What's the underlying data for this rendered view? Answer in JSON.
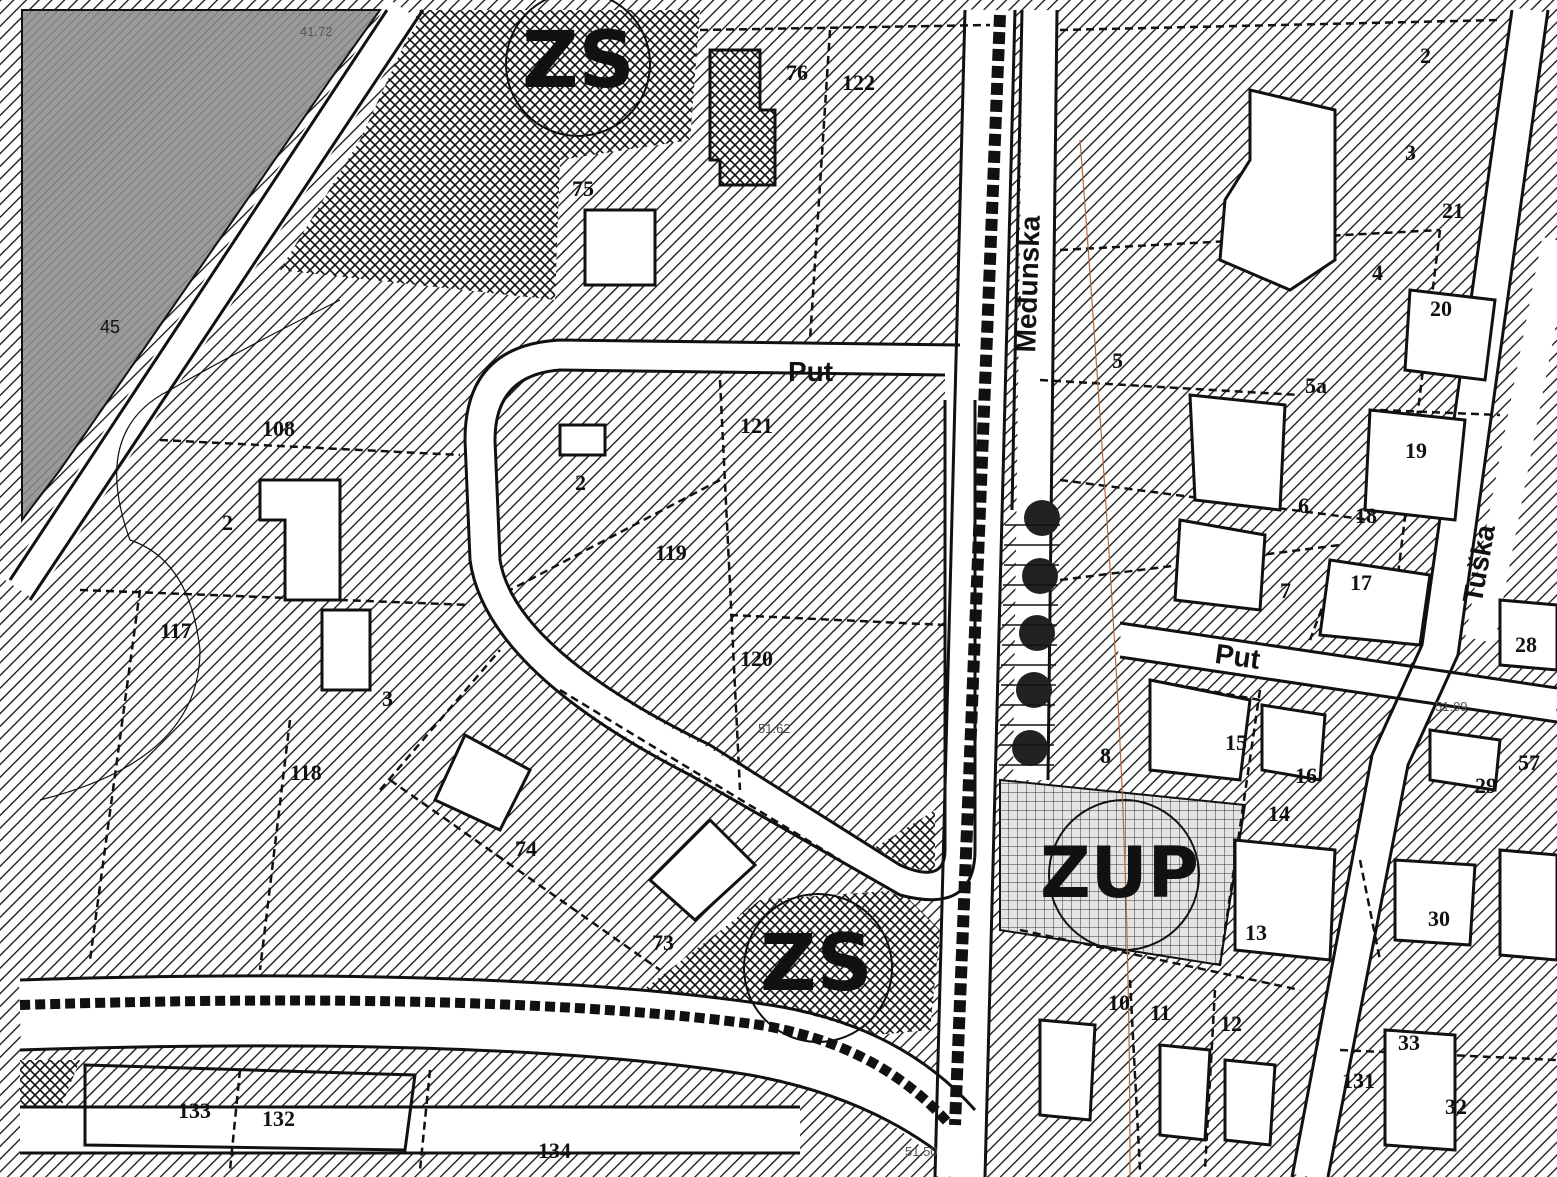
{
  "colors": {
    "ink": "#111111",
    "paper": "#ffffff",
    "grey_zone": "#9a9a9a",
    "grid_zone": "#d8d8d8"
  },
  "zones": {
    "zs_top": "ZS",
    "zs_bottom": "ZS",
    "zup": "ZUP"
  },
  "streets": {
    "put_top": "Put",
    "put_right": "Put",
    "medunska": "Međunska",
    "tuska": "Tuška"
  },
  "parcels": {
    "p76": "76",
    "p122": "122",
    "p75": "75",
    "p108": "108",
    "p121": "121",
    "p2a": "2",
    "p2b": "2",
    "p119": "119",
    "p117": "117",
    "p120": "120",
    "p3": "3",
    "p118": "118",
    "p74": "74",
    "p73": "73",
    "p133": "133",
    "p132": "132",
    "p134": "134",
    "p5": "5",
    "p5a": "5a",
    "p6": "6",
    "p7": "7",
    "p8": "8",
    "p15": "15",
    "p16": "16",
    "p14": "14",
    "p13": "13",
    "p10": "10",
    "p11": "11",
    "p12": "12",
    "p2c": "2",
    "p3b": "3",
    "p21": "21",
    "p4": "4",
    "p20": "20",
    "p19": "19",
    "p18": "18",
    "p17": "17",
    "p28": "28",
    "p29": "29",
    "p57": "57",
    "p30": "30",
    "p33": "33",
    "p131": "131",
    "p32": "32"
  },
  "elevations": {
    "e45": "45",
    "e5162": "51.62",
    "e5109": "51.09",
    "e5150": "51.50",
    "e4172": "41.72"
  }
}
